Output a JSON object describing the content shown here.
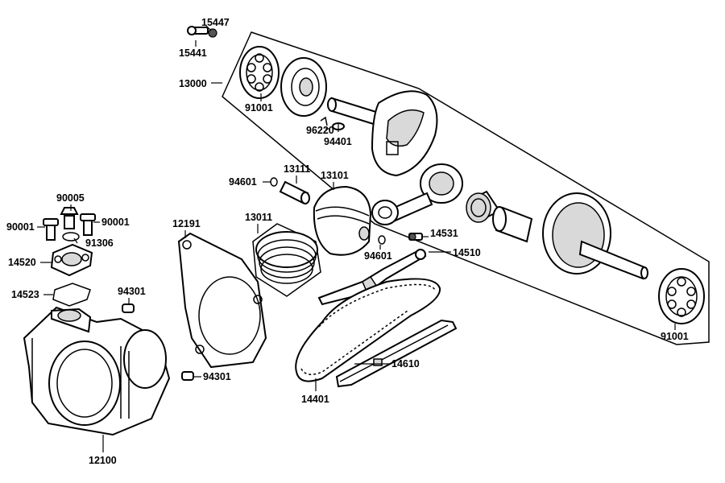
{
  "parts": {
    "p15447": "15447",
    "p15441": "15441",
    "p13000": "13000",
    "p91001_a": "91001",
    "p96220": "96220",
    "p94401": "94401",
    "p94601_a": "94601",
    "p13111": "13111",
    "p13101": "13101",
    "p90005": "90005",
    "p90001_a": "90001",
    "p90001_b": "90001",
    "p91306": "91306",
    "p12191": "12191",
    "p13011": "13011",
    "p14531": "14531",
    "p94601_b": "94601",
    "p14510": "14510",
    "p14520": "14520",
    "p14523": "14523",
    "p94301_a": "94301",
    "p94301_b": "94301",
    "p14610": "14610",
    "p14401": "14401",
    "p91001_b": "91001",
    "p12100": "12100"
  }
}
